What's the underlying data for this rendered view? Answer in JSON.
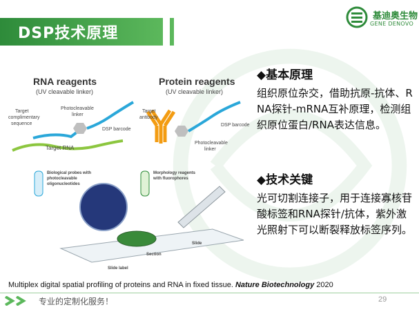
{
  "slide": {
    "title": "DSP技术原理",
    "logo": {
      "cn": "基迪奥生物",
      "en": "GENE DENOVO"
    },
    "figure": {
      "rna_title": "RNA reagents",
      "rna_subtitle": "(UV cleavable linker)",
      "protein_title": "Protein reagents",
      "protein_subtitle": "(UV cleavable linker)",
      "label_target_seq_1": "Target",
      "label_target_seq_2": "complimentary",
      "label_target_seq_3": "sequence",
      "label_photo_1": "Photocleavable",
      "label_photo_2": "linker",
      "label_dsp_barcode_rna": "DSP barcode",
      "label_target_rna": "Target RNA",
      "label_target_ab_1": "Target",
      "label_target_ab_2": "antibody",
      "label_dsp_barcode_protein": "DSP barcode",
      "label_photo_p_1": "Photocleavable",
      "label_photo_p_2": "linker",
      "label_bio_probes_1": "Biological probes with",
      "label_bio_probes_2": "photocleavable",
      "label_bio_probes_3": "oligonucleotides",
      "label_morph_1": "Morphology reagents",
      "label_morph_2": "with fluorophores",
      "label_slide": "Slide",
      "label_section": "Section",
      "label_slide_label": "Slide label"
    },
    "sections": [
      {
        "title": "◆基本原理",
        "body": "组织原位杂交，借助抗原-抗体、RNA探针-mRNA互补原理，检测组织原位蛋白/RNA表达信息。"
      },
      {
        "title": "◆技术关键",
        "body": "光可切割连接子，用于连接寡核苷酸标签和RNA探针/抗体，紫外激光照射下可以断裂释放标签序列。"
      }
    ],
    "citation": {
      "text": "Multiplex digital spatial profiling of proteins and RNA in fixed tissue. ",
      "journal": "Nature Biotechnology",
      "year": " 2020"
    },
    "footer": {
      "text": "专业的定制化服务！",
      "page": "29"
    },
    "colors": {
      "brand_green": "#2e8b3a",
      "light_green": "#5cb85c",
      "rna_blue": "#2aa7d9",
      "rna_green": "#8cc63f",
      "antibody_orange": "#f39c12"
    }
  }
}
